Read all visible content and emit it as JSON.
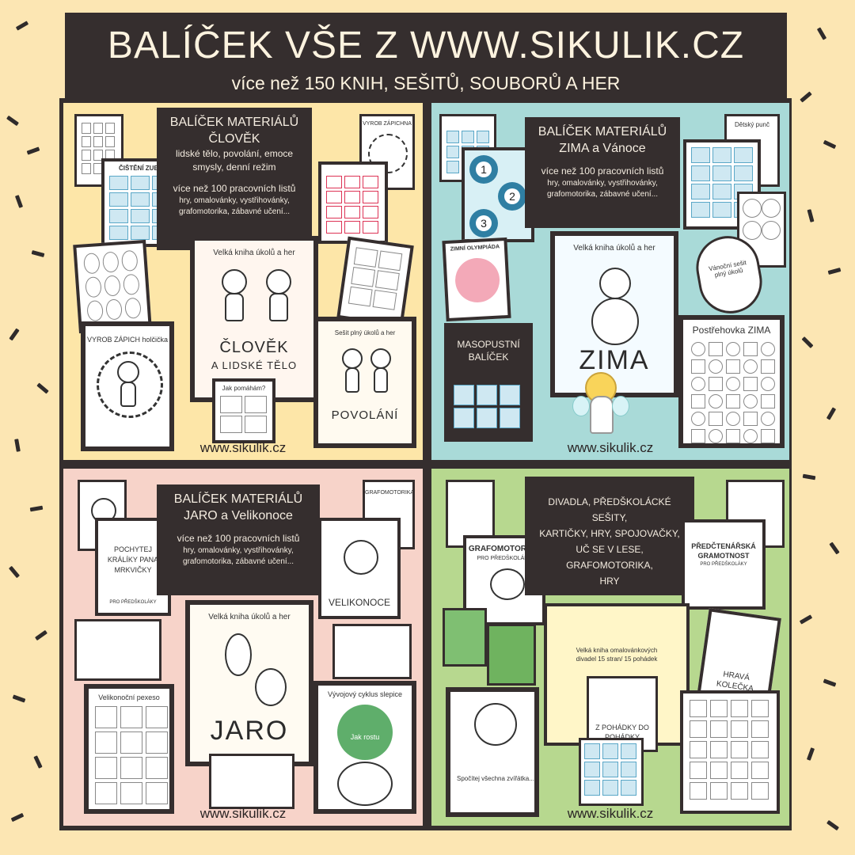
{
  "header": {
    "title": "BALÍČEK VŠE Z WWW.SIKULIK.CZ",
    "subtitle": "více než 150 KNIH, SEŠITŮ, SOUBORŮ A HER"
  },
  "colors": {
    "background": "#fce6b3",
    "dark": "#352e2e",
    "q1": "#fde6a8",
    "q2": "#a9dad8",
    "q3": "#f7d3c9",
    "q4": "#b7d88f"
  },
  "quadrants": {
    "q1": {
      "info_title1": "BALÍČEK MATERIÁLŮ",
      "info_title2": "ČLOVĚK",
      "info_lines": [
        "lidské tělo, povolání, emoce",
        "smysly, denní režim"
      ],
      "info_count": "více než 100 pracovních listů",
      "info_small1": "hry, omalovánky, vystřihovánky,",
      "info_small2": "grafomotorika, zábavné učení...",
      "book_caption": "Velká kniha úkolů a her",
      "book_title1": "ČLOVĚK",
      "book_title2": "A LIDSKÉ TĚLO",
      "card_vyrob": "VYROB ZÁPICH holčička",
      "card_zapichna": "VYROB ZÁPICHNA",
      "card_cisteni": "ČIŠTĚNÍ ZUBŮ",
      "card_jak": "Jak pomáhám?",
      "sesit_caption": "Sešit plný úkolů a her",
      "sesit_title": "POVOLÁNÍ",
      "footer": "www.sikulik.cz"
    },
    "q2": {
      "info_title1": "BALÍČEK MATERIÁLŮ",
      "info_title2": "ZIMA a Vánoce",
      "info_count": "více než 100 pracovních listů",
      "info_small1": "hry, omalovánky, vystřihovánky,",
      "info_small2": "grafomotorika, zábavné učení...",
      "book_caption": "Velká kniha úkolů a her",
      "book_title": "ZIMA",
      "card_olympiada": "ZIMNÍ OLYMPIÁDA",
      "card_punc": "Dětský punč",
      "card_vanocni": "Vánoční sešit plný úkolů",
      "card_masopust1": "MASOPUSTNÍ",
      "card_masopust2": "BALÍČEK",
      "card_postrehovka": "Postřehovka ZIMA",
      "numbers": [
        "1",
        "2",
        "3"
      ],
      "footer": "www.sikulik.cz"
    },
    "q3": {
      "info_title1": "BALÍČEK MATERIÁLŮ",
      "info_title2": "JARO a Velikonoce",
      "info_count": "více než 100 pracovních listů",
      "info_small1": "hry, omalovánky, vystřihovánky,",
      "info_small2": "grafomotorika, zábavné učení...",
      "card_pochytej": "POCHYTEJ KRÁLÍKY PANA MRKVIČKY",
      "card_pochytej_sub": "PRO PŘEDŠKOLÁKY",
      "card_graf": "GRAFOMOTORIKA",
      "card_velikonoce": "VELIKONOCE",
      "book_caption": "Velká kniha úkolů a her",
      "book_title": "JARO",
      "card_pexeso": "Velikonoční pexeso",
      "card_cyklus": "Vývojový cyklus slepice",
      "card_cyklus_sub": "Jak rostu",
      "footer": "www.sikulik.cz"
    },
    "q4": {
      "info_lines": [
        "DIVADLA, PŘEDŠKOLÁCKÉ SEŠITY,",
        "KARTIČKY, HRY, SPOJOVAČKY,",
        "UČ SE V LESE,",
        "GRAFOMOTORIKA,",
        "HRY"
      ],
      "card_graf": "GRAFOMOTORIKA",
      "card_graf_sub": "PRO PŘEDŠKOLÁKY",
      "card_predctenarska": "PŘEDČTENÁŘSKÁ GRAMOTNOST",
      "card_predctenarska_sub": "PRO PŘEDŠKOLÁKY",
      "card_kniha": "Velká kniha omalovánkových divadel 15 stran/ 15 pohádek",
      "card_pohadka": "Z POHÁDKY DO POHÁDKY",
      "card_hrava": "HRAVÁ KOLEČKA",
      "card_spocitej": "Spočítej všechna zvířátka...",
      "footer": "www.sikulik.cz"
    }
  }
}
